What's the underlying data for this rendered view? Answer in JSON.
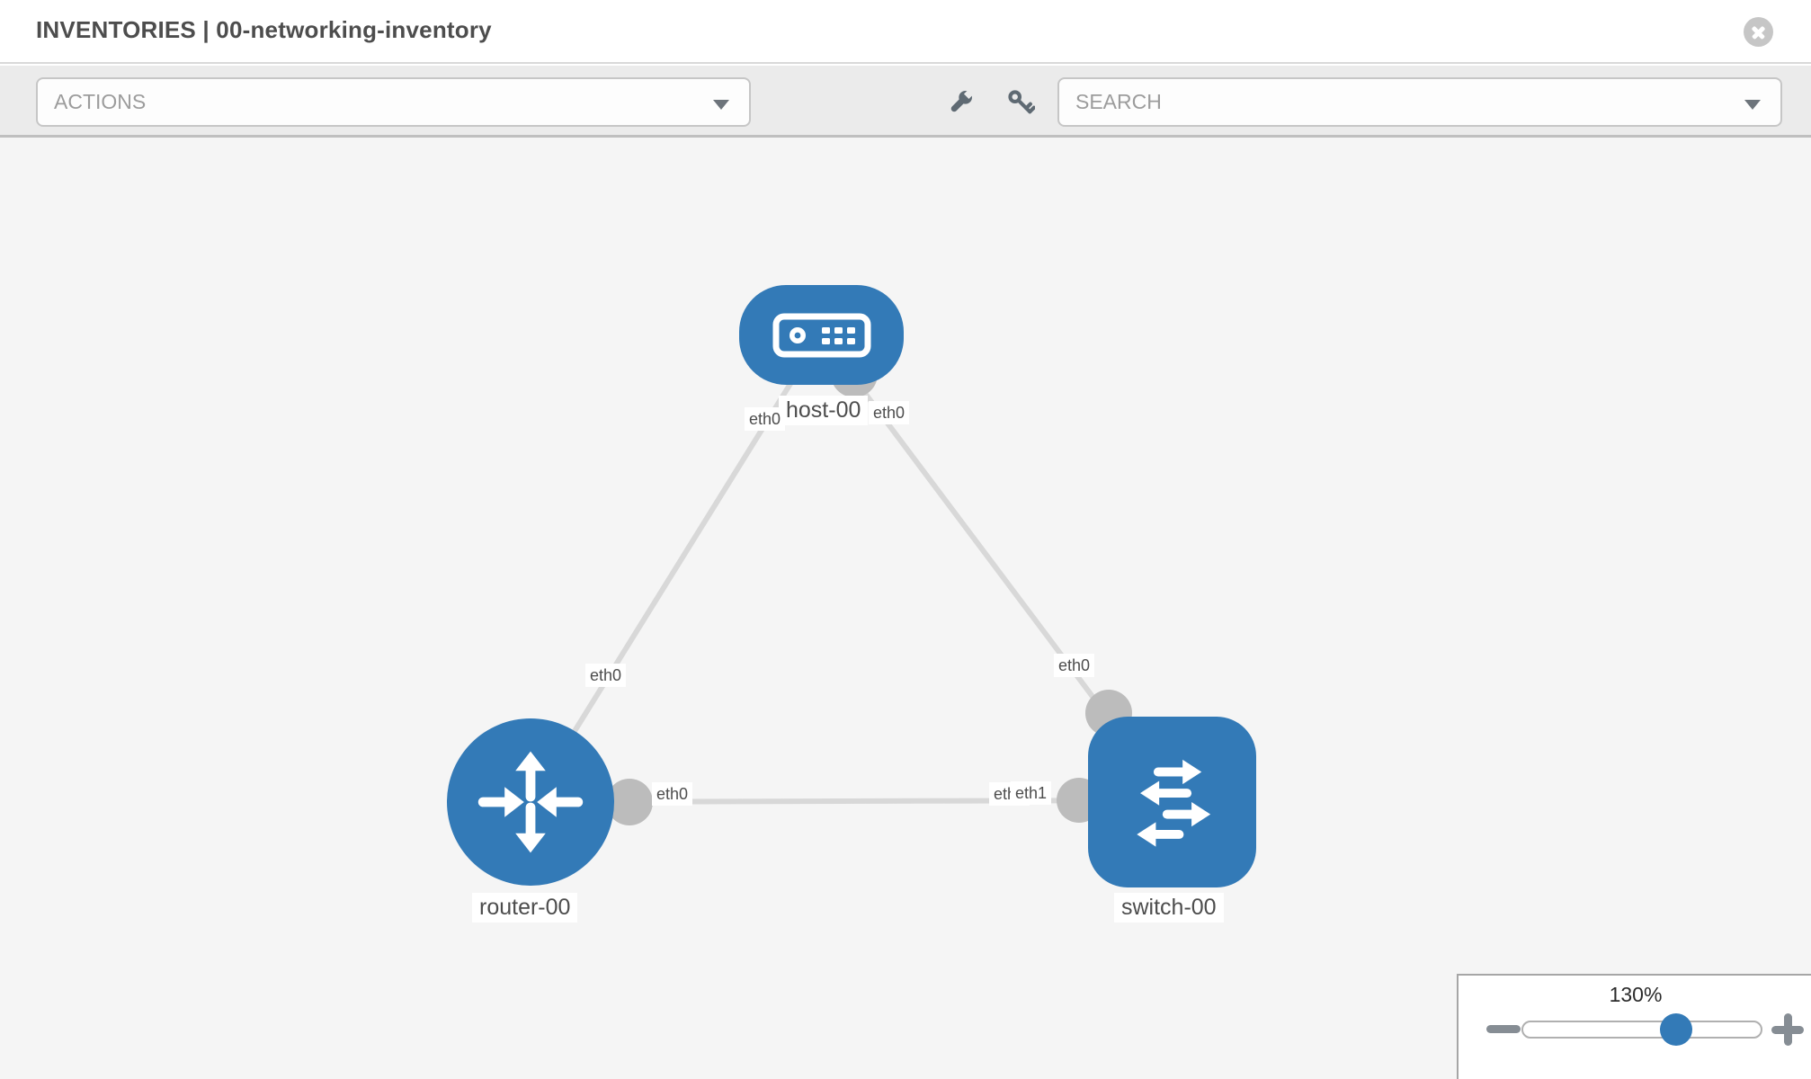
{
  "header": {
    "title": "INVENTORIES | 00-networking-inventory"
  },
  "toolbar": {
    "actions_label": "ACTIONS",
    "search_label": "SEARCH",
    "icons": [
      "wrench-icon",
      "key-icon"
    ]
  },
  "colors": {
    "node_blue": "#337ab7",
    "link_gray": "#d8d8d8",
    "port_gray": "#bcbcbc",
    "canvas_bg": "#f5f5f5"
  },
  "topology": {
    "nodes": [
      {
        "id": "host-00",
        "type": "host",
        "label": "host-00"
      },
      {
        "id": "router-00",
        "type": "router",
        "label": "router-00"
      },
      {
        "id": "switch-00",
        "type": "switch",
        "label": "switch-00"
      }
    ],
    "links": [
      {
        "from": "host-00",
        "to": "router-00",
        "from_iface": "eth0",
        "to_iface": "eth0"
      },
      {
        "from": "host-00",
        "to": "switch-00",
        "from_iface": "eth0",
        "to_iface": "eth0"
      },
      {
        "from": "router-00",
        "to": "switch-00",
        "from_iface": "eth0",
        "to_iface": "eth1",
        "to_iface_overlapped": "eth0"
      }
    ]
  },
  "zoom_control": {
    "level": "130%"
  }
}
